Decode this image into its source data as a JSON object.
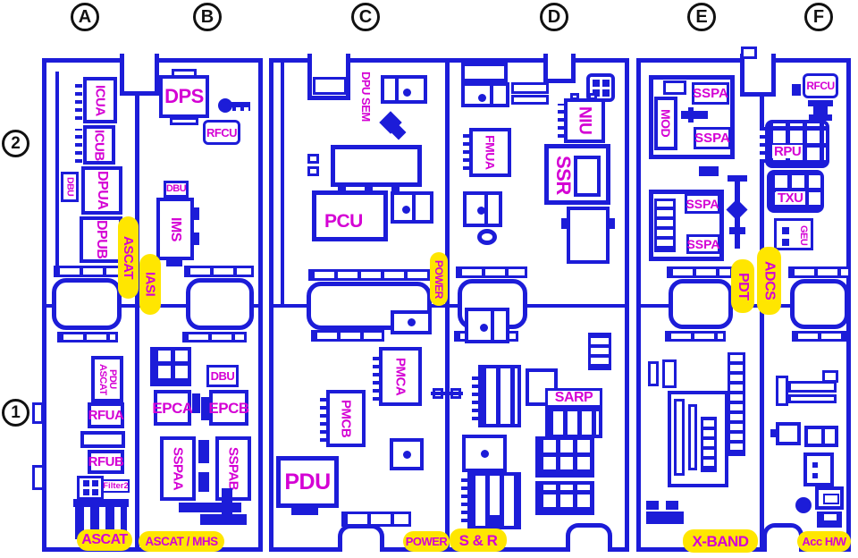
{
  "colors": {
    "diagram_blue": "#1c1cd8",
    "label_magenta": "#d400d4",
    "highlight_yellow": "#ffe600"
  },
  "header": {
    "columns": [
      "A",
      "B",
      "C",
      "D",
      "E",
      "F"
    ],
    "rows": [
      "2",
      "1"
    ]
  },
  "panel_a": {
    "icua": "ICUA",
    "icub": "ICUB",
    "dbu": "DBU",
    "dpua": "DPUA",
    "dpub": "DPUB",
    "ascat_side": "ASCAT",
    "ascat_pdu_l1": "ASCAT",
    "ascat_pdu_l2": "PDU",
    "rfua": "RFUA",
    "rfub": "RFUB",
    "filter2": "Filter2",
    "ascat_bottom": "ASCAT"
  },
  "panel_b": {
    "dps": "DPS",
    "rfcu": "RFCU",
    "dbu_top": "DBU",
    "ims": "IMS",
    "iasi_side": "IASI",
    "dbu_bottom": "DBU",
    "epca": "EPCA",
    "epcb": "EPCB",
    "sspa_a": "SSPAA",
    "sspa_b": "SSPAB",
    "ascat_mhs_bottom": "ASCAT / MHS"
  },
  "panel_c": {
    "dpu_sem": "DPU SEM",
    "pcu": "PCU",
    "power_side": "POWER",
    "pmca": "PMCA",
    "pmcb": "PMCB",
    "pdu": "PDU",
    "power_bottom": "POWER"
  },
  "panel_d": {
    "fmua": "FMUA",
    "niu": "NIU",
    "ssr": "SSR",
    "sarp": "SARP",
    "sr_bottom": "S & R"
  },
  "panel_e": {
    "mod": "MOD",
    "sspa_1": "SSPA",
    "sspa_2": "SSPA",
    "sspa_3": "SSPA",
    "sspa_4": "SSPA",
    "pdt_side": "PDT",
    "xband_bottom": "X-BAND"
  },
  "panel_f": {
    "rfcu": "RFCU",
    "rpu": "RPU",
    "txu": "TXU",
    "geu": "GEU",
    "adcs_side": "ADCS",
    "acc_bottom": "Acc H/W"
  }
}
